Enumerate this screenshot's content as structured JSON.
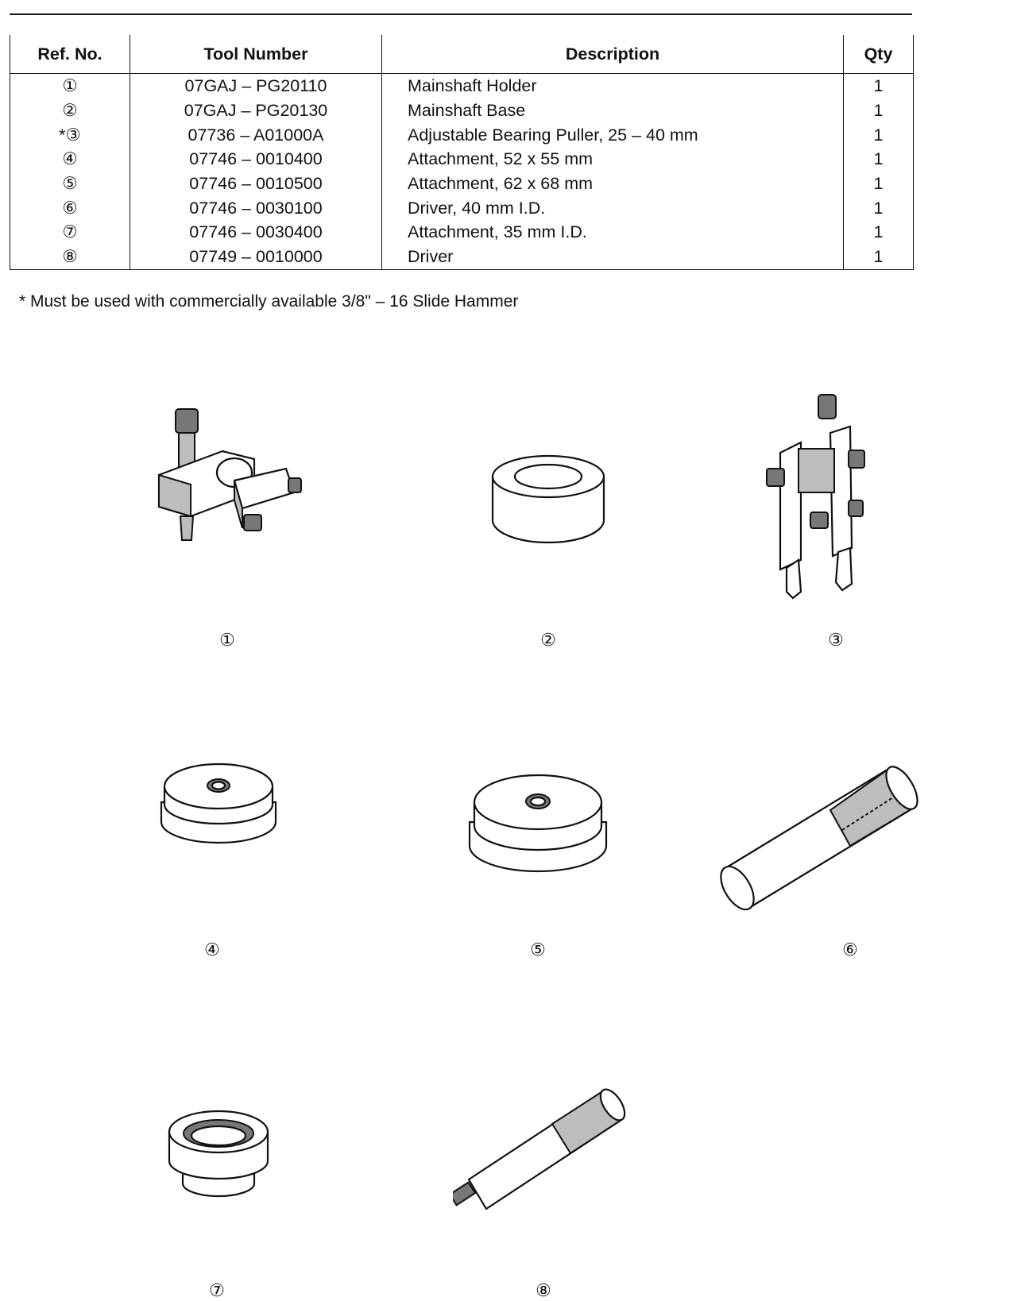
{
  "table": {
    "headers": [
      "Ref. No.",
      "Tool Number",
      "Description",
      "Qty"
    ],
    "rows": [
      {
        "ref": "①",
        "tool": "07GAJ – PG20110",
        "desc": "Mainshaft Holder",
        "qty": "1"
      },
      {
        "ref": "②",
        "tool": "07GAJ – PG20130",
        "desc": "Mainshaft Base",
        "qty": "1"
      },
      {
        "ref": "*③",
        "tool": "07736 – A01000A",
        "desc": "Adjustable Bearing Puller, 25 – 40 mm",
        "qty": "1"
      },
      {
        "ref": "④",
        "tool": "07746 – 0010400",
        "desc": "Attachment, 52 x 55 mm",
        "qty": "1"
      },
      {
        "ref": "⑤",
        "tool": "07746 – 0010500",
        "desc": "Attachment, 62 x 68 mm",
        "qty": "1"
      },
      {
        "ref": "⑥",
        "tool": "07746 – 0030100",
        "desc": "Driver, 40 mm I.D.",
        "qty": "1"
      },
      {
        "ref": "⑦",
        "tool": "07746 – 0030400",
        "desc": "Attachment, 35 mm I.D.",
        "qty": "1"
      },
      {
        "ref": "⑧",
        "tool": "07749 – 0010000",
        "desc": "Driver",
        "qty": "1"
      }
    ]
  },
  "footnote": "* Must be used with commercially available 3/8\" – 16 Slide Hammer",
  "figures": [
    {
      "label": "①",
      "icon": "mainshaft-holder-illustration"
    },
    {
      "label": "②",
      "icon": "mainshaft-base-illustration"
    },
    {
      "label": "③",
      "icon": "bearing-puller-illustration"
    },
    {
      "label": "④",
      "icon": "attachment-52x55-illustration"
    },
    {
      "label": "⑤",
      "icon": "attachment-62x68-illustration"
    },
    {
      "label": "⑥",
      "icon": "driver-40mm-illustration"
    },
    {
      "label": "⑦",
      "icon": "attachment-35mm-illustration"
    },
    {
      "label": "⑧",
      "icon": "driver-illustration"
    }
  ]
}
